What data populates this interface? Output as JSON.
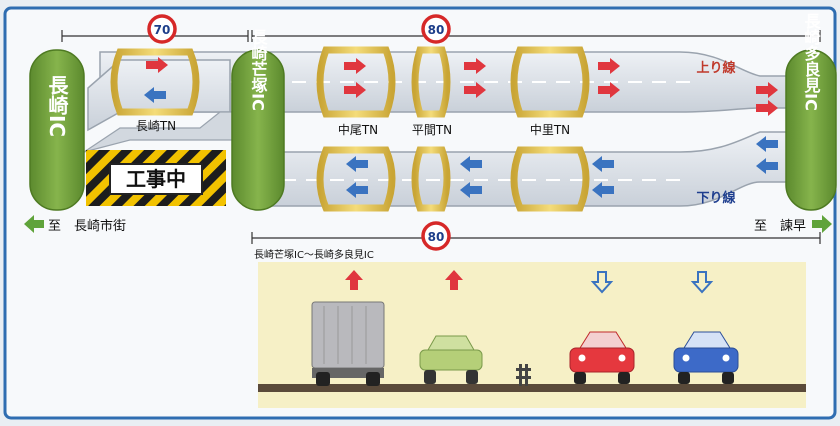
{
  "interchanges": {
    "nagasaki": "長崎IC",
    "nagasaki_kabashima": "長崎芒塚IC",
    "nagasaki_tarami": "長崎多良見IC"
  },
  "tunnels": {
    "nagasaki": "長崎TN",
    "nakao": "中尾TN",
    "hirama": "平間TN",
    "nakazato": "中里TN"
  },
  "speed_limits": [
    "70",
    "80",
    "80"
  ],
  "lanes": {
    "up": "上り線",
    "down": "下り線"
  },
  "destinations": {
    "left": "至　長崎市街",
    "right": "至　諫早"
  },
  "construction_sign": "工事中",
  "section_label": "長崎芒塚IC～長崎多良見IC",
  "colors": {
    "ic_green": "#6f9e3a",
    "up_arrow": "#e0363e",
    "down_arrow": "#3a73c0",
    "up_label": "#c0392b",
    "down_label": "#1f3f8f",
    "road": "#d7dce3",
    "frame": "#2f6db1",
    "panel": "#f6f0c6"
  },
  "vehicles": [
    "truck",
    "car-green",
    "car-red",
    "car-blue"
  ]
}
